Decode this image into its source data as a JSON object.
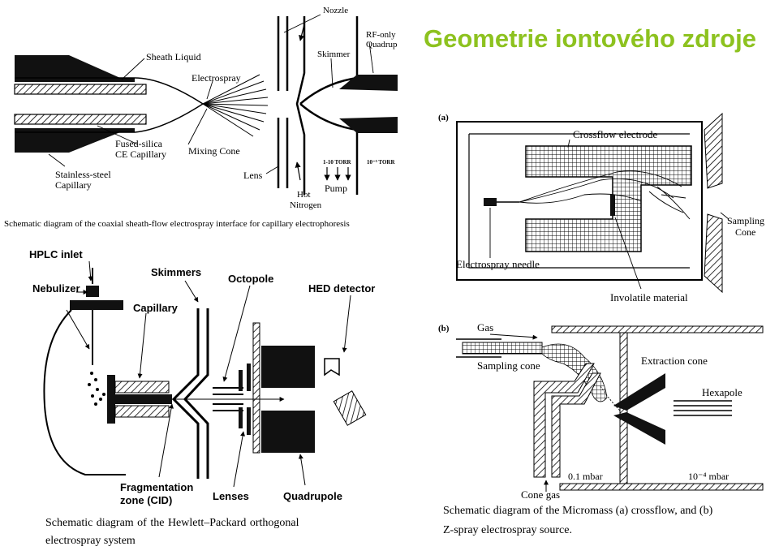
{
  "title": "Geometrie iontového zdroje",
  "diagram_top_left": {
    "labels": {
      "sheath_liquid": "Sheath Liquid",
      "electrospray": "Electrospray",
      "nozzle": "Nozzle",
      "skimmer": "Skimmer",
      "rf_only_line1": "RF-only",
      "rf_only_line2": "Quadrup",
      "fused_silica_line1": "Fused-silica",
      "fused_silica_line2": "CE Capillary",
      "mixing_cone": "Mixing Cone",
      "stainless_line1": "Stainless-steel",
      "stainless_line2": "Capillary",
      "lens": "Lens",
      "pressure_low": "1-10 TORR",
      "pressure_high": "10⁻⁵ TORR",
      "pump": "Pump",
      "hot": "Hot",
      "nitrogen": "Nitrogen"
    },
    "caption": "Schematic diagram of the coaxial sheath-flow electrospray interface for capillary electrophoresis"
  },
  "diagram_bottom_left": {
    "labels": {
      "hplc_inlet": "HPLC inlet",
      "nebulizer": "Nebulizer",
      "capillary": "Capillary",
      "skimmers": "Skimmers",
      "octopole": "Octopole",
      "hed_detector": "HED detector",
      "fragmentation_line1": "Fragmentation",
      "fragmentation_line2": "zone (CID)",
      "lenses": "Lenses",
      "quadrupole": "Quadrupole"
    },
    "caption_line1": "Schematic  diagram  of  the  Hewlett–Packard  orthogonal",
    "caption_line2": "electrospray system"
  },
  "diagram_right_a": {
    "labels": {
      "panel": "(a)",
      "crossflow_electrode": "Crossflow electrode",
      "sampling_line1": "Sampling",
      "sampling_line2": "Cone",
      "electrospray_needle": "Electrospray needle",
      "involatile_material": "Involatile material"
    }
  },
  "diagram_right_b": {
    "labels": {
      "panel": "(b)",
      "gas": "Gas",
      "sampling_cone": "Sampling cone",
      "extraction_cone": "Extraction cone",
      "hexapole": "Hexapole",
      "pressure_left": "0.1 mbar",
      "pressure_right": "10⁻⁴ mbar",
      "cone_gas": "Cone gas"
    },
    "caption_line1": "Schematic diagram of the Micromass (a) crossflow, and (b)",
    "caption_line2": "Z-spray electrospray source."
  }
}
